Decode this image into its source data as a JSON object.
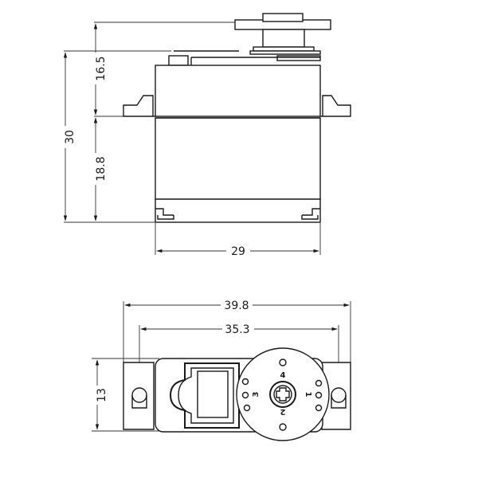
{
  "dimensions": {
    "side_top_height": "16.5",
    "side_total_height": "30",
    "side_bottom_height": "18.8",
    "side_width": "29",
    "top_overall_width": "39.8",
    "top_hole_spacing": "35.3",
    "top_depth": "13"
  },
  "horn_labels": {
    "label_1": "1",
    "label_2": "2",
    "label_3": "3",
    "label_4": "4"
  }
}
